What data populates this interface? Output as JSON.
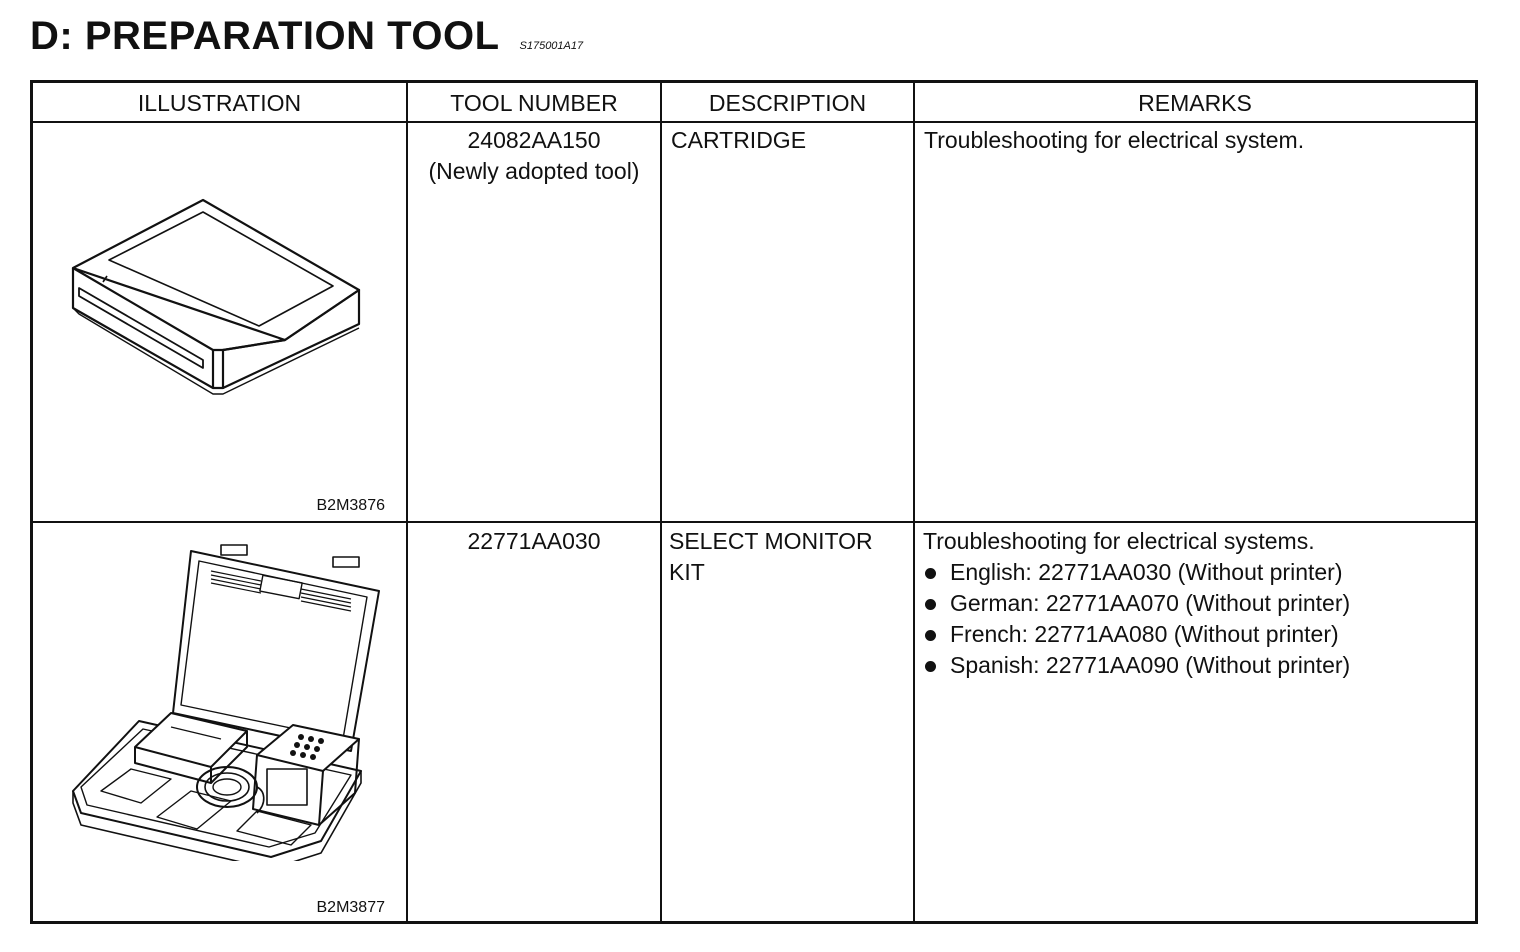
{
  "heading": {
    "title": "D:  PREPARATION TOOL",
    "code": "S175001A17"
  },
  "table": {
    "headers": [
      "ILLUSTRATION",
      "TOOL NUMBER",
      "DESCRIPTION",
      "REMARKS"
    ],
    "rows": [
      {
        "figure_label": "B2M3876",
        "figure_icon": "cartridge-illustration",
        "tool_number": [
          "24082AA150",
          "(Newly adopted tool)"
        ],
        "description": [
          "CARTRIDGE"
        ],
        "remarks": "Troubleshooting for electrical system.",
        "remark_items": []
      },
      {
        "figure_label": "B2M3877",
        "figure_icon": "select-monitor-kit-illustration",
        "tool_number": [
          "22771AA030"
        ],
        "description": [
          "SELECT MONITOR",
          "KIT"
        ],
        "remarks": "Troubleshooting for electrical systems.",
        "remark_items": [
          "English: 22771AA030 (Without printer)",
          "German: 22771AA070 (Without printer)",
          "French: 22771AA080 (Without printer)",
          "Spanish: 22771AA090 (Without printer)"
        ]
      }
    ]
  }
}
